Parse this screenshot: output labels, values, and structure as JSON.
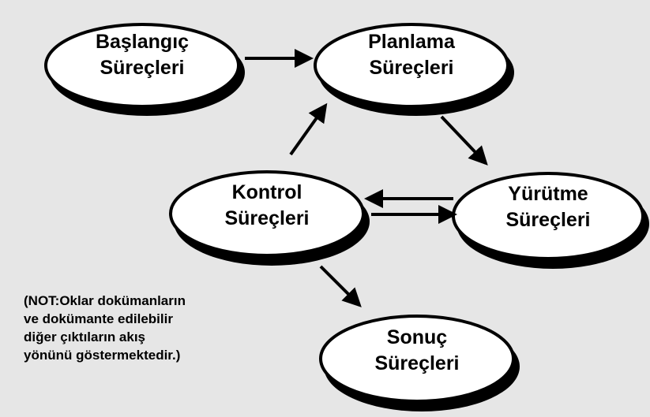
{
  "nodes": {
    "baslangic": {
      "line1": "Başlangıç",
      "line2": "Süreçleri"
    },
    "planlama": {
      "line1": "Planlama",
      "line2": "Süreçleri"
    },
    "kontrol": {
      "line1": "Kontrol",
      "line2": "Süreçleri"
    },
    "yurutme": {
      "line1": "Yürütme",
      "line2": "Süreçleri"
    },
    "sonuc": {
      "line1": "Sonuç",
      "line2": "Süreçleri"
    }
  },
  "note": {
    "lines": [
      "(NOT:Oklar dokümanların",
      "ve dokümante edilebilir",
      "diğer çıktıların akış",
      "yönünü göstermektedir.)"
    ]
  },
  "colors": {
    "background": "#e6e6e6",
    "node_fill": "#ffffff",
    "stroke": "#000000"
  }
}
